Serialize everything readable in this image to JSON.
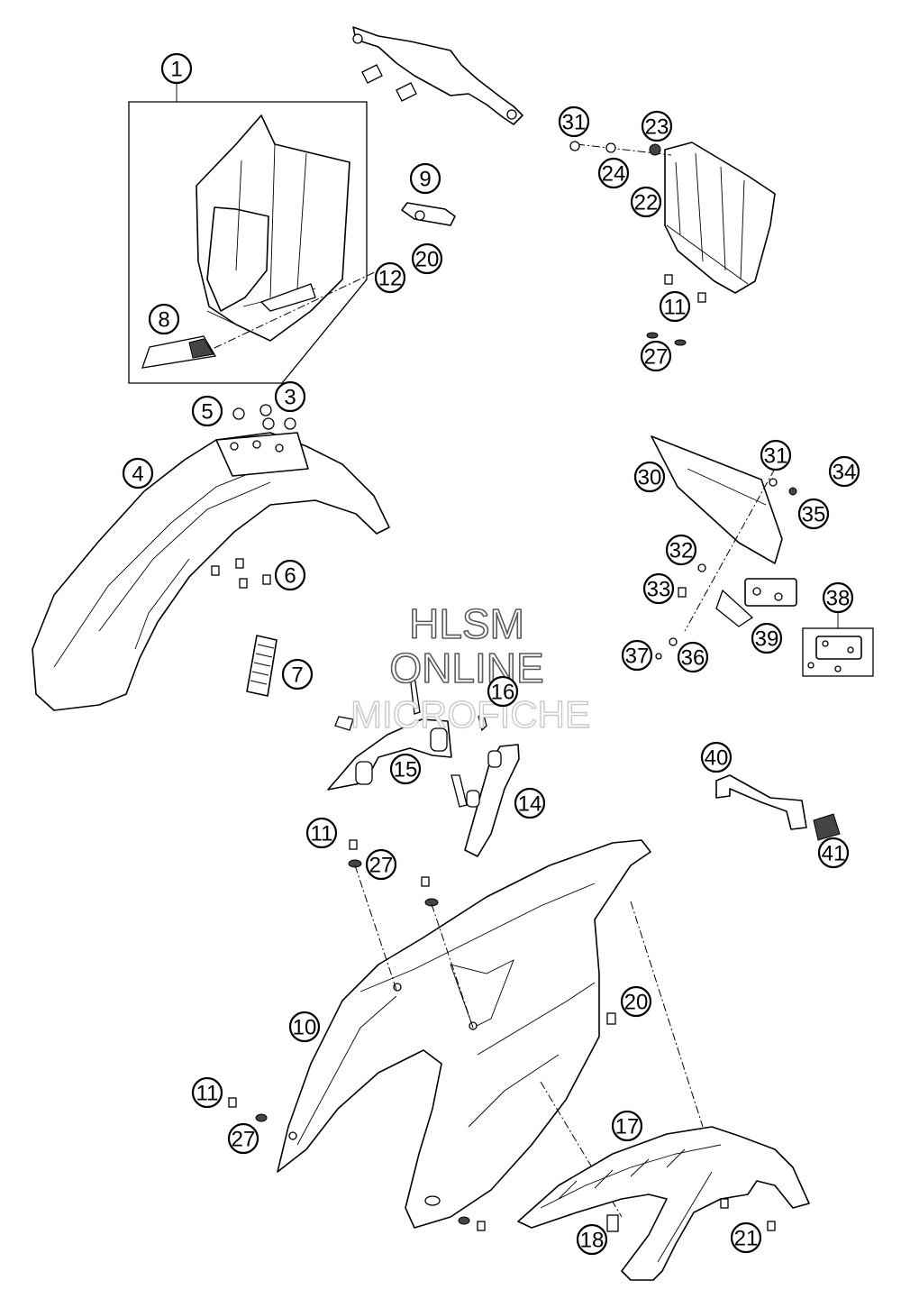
{
  "watermark": {
    "line1": "HLSM",
    "line2": "ONLINE",
    "line3": "MICROFICHE"
  },
  "callouts": [
    {
      "label": "1"
    },
    {
      "label": "31"
    },
    {
      "label": "23"
    },
    {
      "label": "9"
    },
    {
      "label": "24"
    },
    {
      "label": "22"
    },
    {
      "label": "20"
    },
    {
      "label": "12"
    },
    {
      "label": "11"
    },
    {
      "label": "8"
    },
    {
      "label": "27"
    },
    {
      "label": "5"
    },
    {
      "label": "3"
    },
    {
      "label": "4"
    },
    {
      "label": "31"
    },
    {
      "label": "34"
    },
    {
      "label": "30"
    },
    {
      "label": "35"
    },
    {
      "label": "32"
    },
    {
      "label": "6"
    },
    {
      "label": "33"
    },
    {
      "label": "38"
    },
    {
      "label": "39"
    },
    {
      "label": "7"
    },
    {
      "label": "37"
    },
    {
      "label": "36"
    },
    {
      "label": "16"
    },
    {
      "label": "15"
    },
    {
      "label": "40"
    },
    {
      "label": "14"
    },
    {
      "label": "11"
    },
    {
      "label": "27"
    },
    {
      "label": "41"
    },
    {
      "label": "20"
    },
    {
      "label": "10"
    },
    {
      "label": "11"
    },
    {
      "label": "17"
    },
    {
      "label": "27"
    },
    {
      "label": "18"
    },
    {
      "label": "21"
    }
  ]
}
